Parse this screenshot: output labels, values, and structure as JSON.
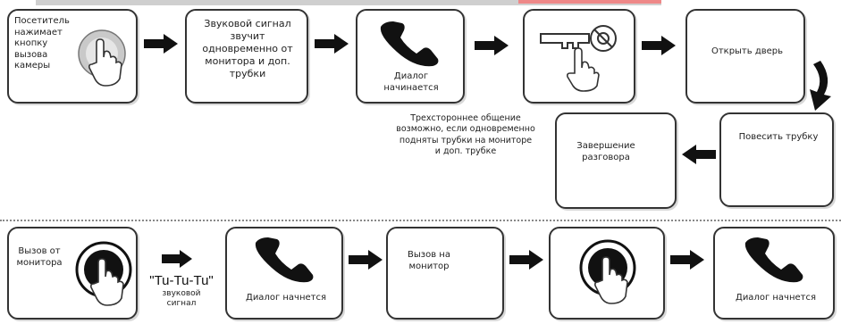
{
  "row1": {
    "step1_text": "Посетитель нажимает кнопку вызова камеры",
    "step2_text": "Звуковой сигнал звучит одновременно от монитора и доп. трубки",
    "step3_text": "Диалог начинается",
    "step5_text": "Открыть дверь",
    "step6_text": "Повесить трубку",
    "step7_text": "Завершение разговора",
    "note": "Трехстороннее общение возможно, если одновременно подняты трубки на мониторе и доп. трубке"
  },
  "row2": {
    "step1_text": "Вызов от монитора",
    "tone_text": "\"Tu-Tu-Tu\"",
    "tone_caption": "звуковой сигнал",
    "step2_text": "Диалог начнется",
    "step3_text": "Вызов на монитор",
    "step5_text": "Диалог начнется"
  },
  "icons": {
    "call_button": "call-button-icon",
    "handset": "phone-handset-icon",
    "key": "key-icon",
    "hand": "pointing-hand-icon",
    "arrow": "arrow-right-icon"
  }
}
